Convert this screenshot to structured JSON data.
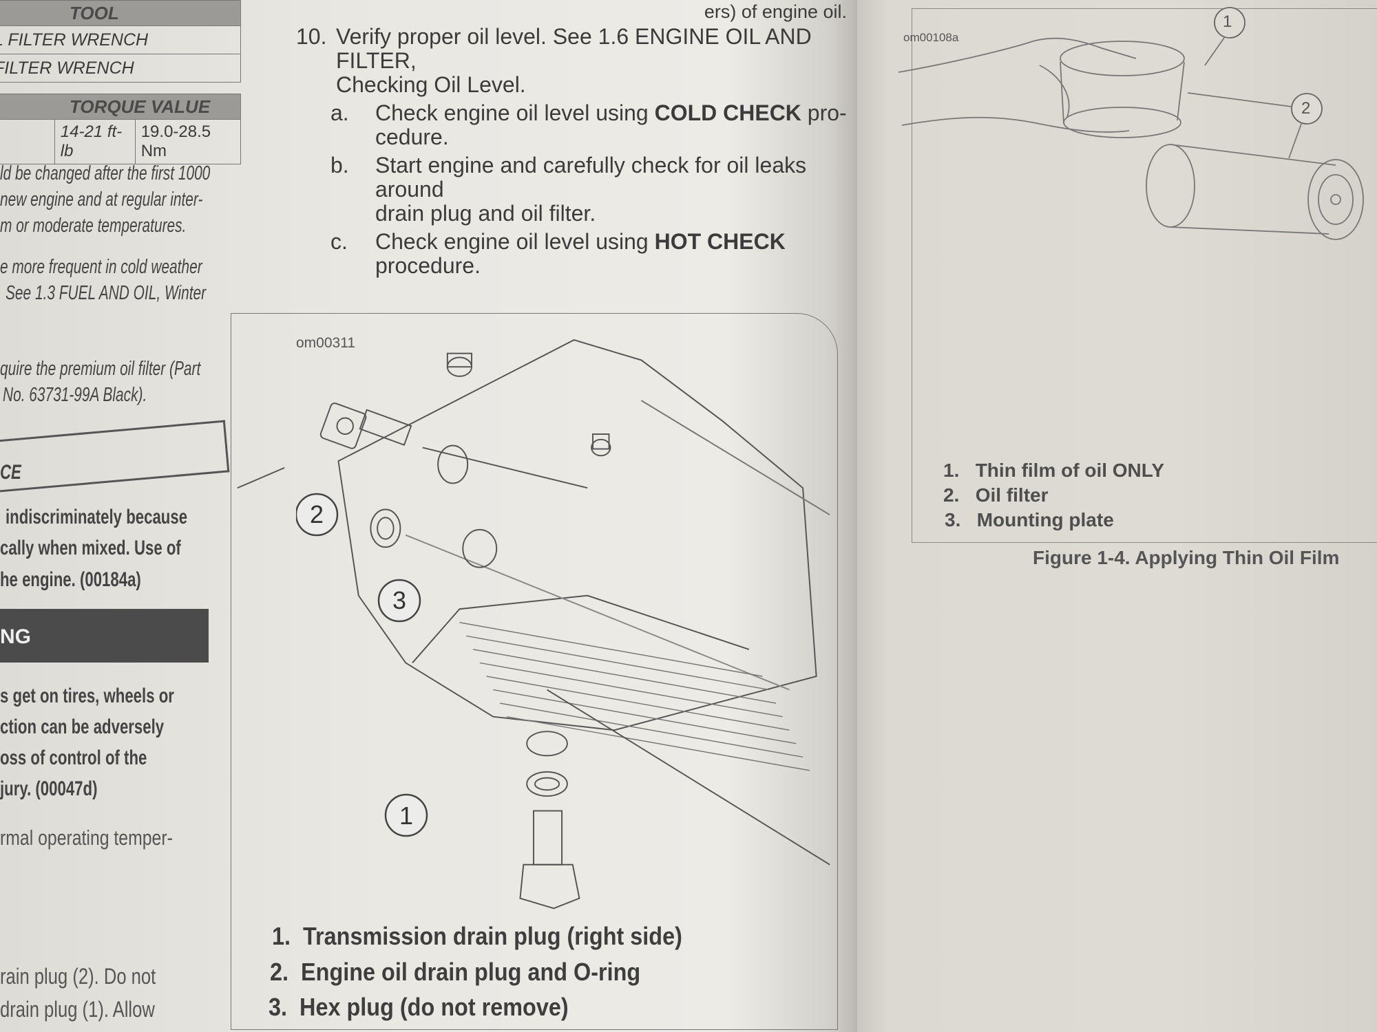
{
  "left_column": {
    "tool_table": {
      "header_partial": "TOOL",
      "rows": [
        "L FILTER WRENCH",
        "FILTER WRENCH"
      ],
      "torque_header": "TORQUE VALUE",
      "torque_imperial": "14-21 ft-lb",
      "torque_metric": "19.0-28.5 Nm"
    },
    "paragraph_1": [
      "ld be changed after the first 1000",
      "new engine and at regular inter-",
      "m or moderate temperatures."
    ],
    "paragraph_2": [
      "e more frequent in cold weather",
      "See 1.3 FUEL AND OIL, Winter"
    ],
    "paragraph_3": [
      "quire the premium oil filter (Part",
      "No. 63731-99A Black)."
    ],
    "notice_label": "CE",
    "notice_text": [
      "indiscriminately because",
      "cally when mixed. Use of",
      "he engine. (00184a)"
    ],
    "warning_label": "NG",
    "warning_text": [
      "s get on tires, wheels or",
      "ction can be adversely",
      "oss of control of the",
      "jury. (00047d)"
    ],
    "paragraph_4": "rmal operating temper-",
    "paragraph_5": [
      "rain plug (2). Do not",
      "drain plug (1). Allow"
    ]
  },
  "middle_column": {
    "top_fragment": "ers) of engine oil.",
    "step_10": {
      "number": "10.",
      "line1": "Verify proper oil level. See 1.6 ENGINE OIL AND FILTER,",
      "line2": "Checking Oil Level."
    },
    "substeps": [
      {
        "letter": "a.",
        "line1_plain": "Check engine oil level using ",
        "line1_bold": "COLD CHECK",
        "line1_tail": " pro-",
        "line2": "cedure."
      },
      {
        "letter": "b.",
        "line1_plain": "Start engine and carefully check for oil leaks around",
        "line2": "drain plug and oil filter."
      },
      {
        "letter": "c.",
        "line1_plain": "Check engine oil level using ",
        "line1_bold": "HOT CHECK",
        "line1_tail": " procedure."
      }
    ],
    "figure": {
      "id": "om00311",
      "callouts": [
        "1",
        "2",
        "3"
      ],
      "legend": [
        {
          "num": "1.",
          "text": "Transmission drain plug (right side)"
        },
        {
          "num": "2.",
          "text": "Engine oil drain plug and O-ring"
        },
        {
          "num": "3.",
          "text": "Hex plug (do not remove)"
        }
      ]
    }
  },
  "right_page": {
    "figure": {
      "id": "om00108a",
      "callouts": [
        "1",
        "2"
      ],
      "legend": [
        {
          "num": "1.",
          "text": "Thin film of oil ONLY"
        },
        {
          "num": "2.",
          "text": "Oil filter"
        },
        {
          "num": "3.",
          "text": "Mounting plate"
        }
      ],
      "caption": "Figure 1-4. Applying Thin Oil Film"
    }
  },
  "colors": {
    "paper_left": "#e9e7e2",
    "paper_right": "#dcd9d2",
    "warning_bar": "#4b4b4c",
    "ink": "#3a3a3a"
  }
}
